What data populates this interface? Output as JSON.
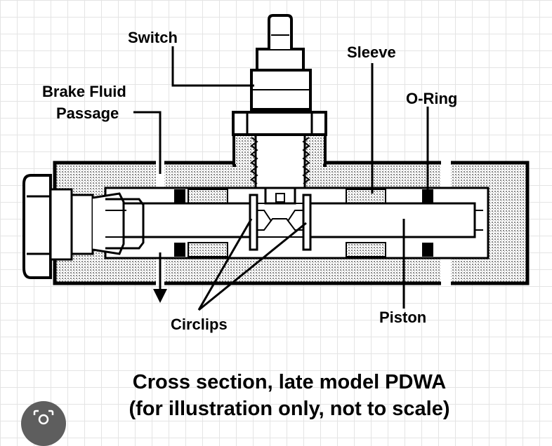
{
  "labels": {
    "switch": "Switch",
    "sleeve": "Sleeve",
    "brake_fluid_1": "Brake Fluid",
    "brake_fluid_2": "Passage",
    "o_ring": "O-Ring",
    "circlips": "Circlips",
    "piston": "Piston"
  },
  "caption": {
    "line1": "Cross section, late model PDWA",
    "line2": "(for illustration only, not to scale)"
  },
  "overlay": {
    "icon": "camera-lens-icon"
  }
}
